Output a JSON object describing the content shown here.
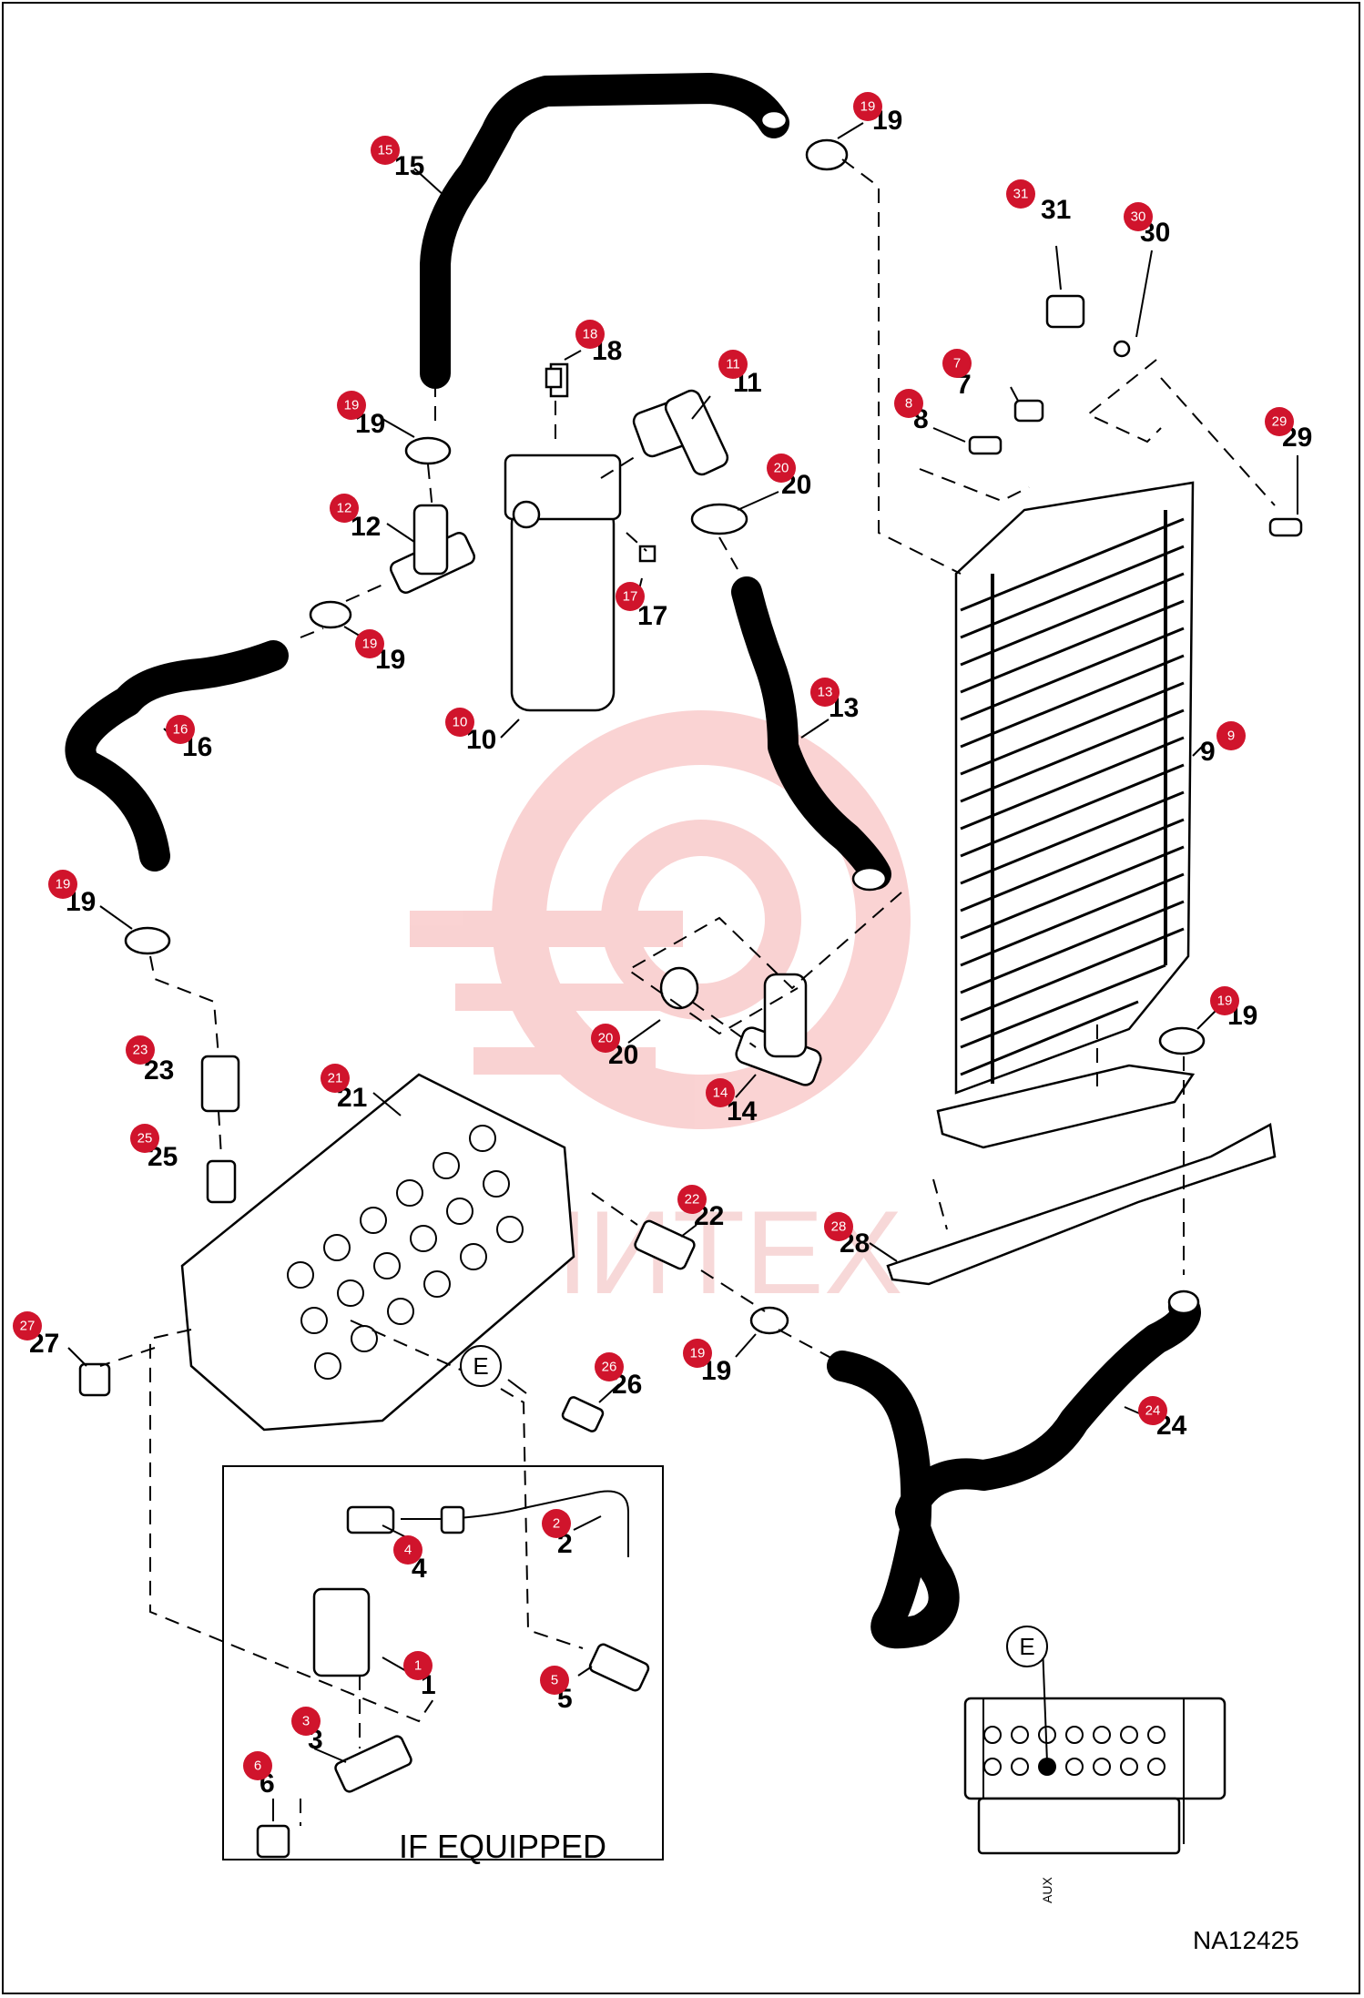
{
  "diagram_code": "NA12425",
  "inset_caption": "IF EQUIPPED",
  "view_callout": "E",
  "aux_label": "AUX",
  "watermark": "ЛИТЕХ",
  "badge_color": "#d0142c",
  "labels": {
    "p1": "1",
    "p2": "2",
    "p3": "3",
    "p4": "4",
    "p5": "5",
    "p6": "6",
    "p7": "7",
    "p8": "8",
    "p9": "9",
    "p10": "10",
    "p11": "11",
    "p12": "12",
    "p13": "13",
    "p14": "14",
    "p15": "15",
    "p16": "16",
    "p17": "17",
    "p18": "18",
    "p19": "19",
    "p20": "20",
    "p21": "21",
    "p22": "22",
    "p23": "23",
    "p24": "24",
    "p25": "25",
    "p26": "26",
    "p27": "27",
    "p28": "28",
    "p29": "29",
    "p30": "30",
    "p31": "31"
  }
}
